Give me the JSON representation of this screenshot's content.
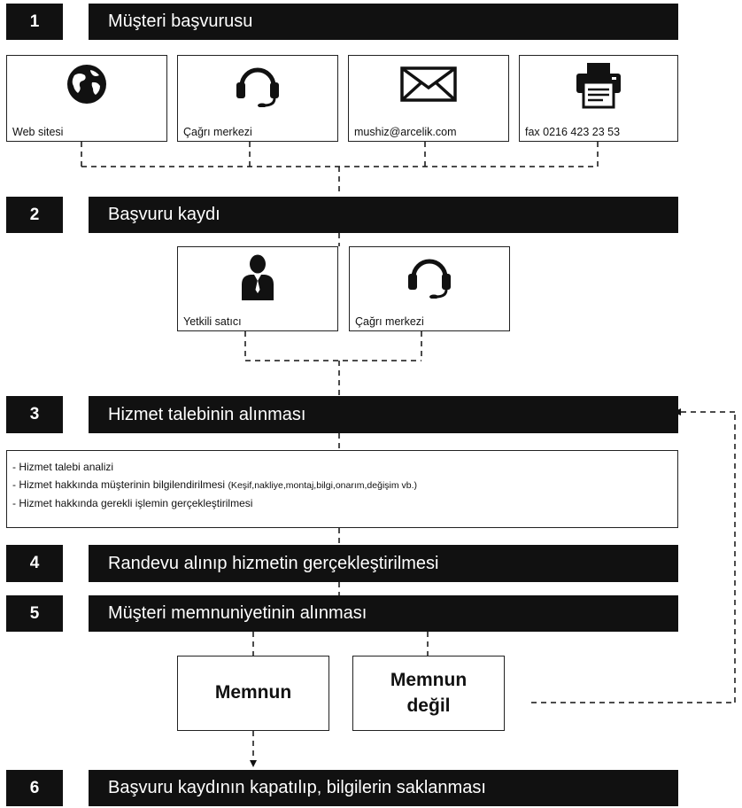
{
  "steps": [
    {
      "num": "1",
      "title": "Müşteri başvurusu"
    },
    {
      "num": "2",
      "title": "Başvuru kaydı"
    },
    {
      "num": "3",
      "title": "Hizmet talebinin alınması"
    },
    {
      "num": "4",
      "title": "Randevu alınıp hizmetin gerçekleştirilmesi"
    },
    {
      "num": "5",
      "title": "Müşteri memnuniyetinin alınması"
    },
    {
      "num": "6",
      "title": "Başvuru kaydının kapatılıp, bilgilerin saklanması"
    }
  ],
  "channels": [
    {
      "label": "Web sitesi",
      "icon": "globe-icon"
    },
    {
      "label": "Çağrı merkezi",
      "icon": "headset-icon"
    },
    {
      "label": "mushiz@arcelik.com",
      "icon": "envelope-icon"
    },
    {
      "label": "fax 0216 423 23 53",
      "icon": "fax-icon"
    }
  ],
  "registration": [
    {
      "label": "Yetkili satıcı",
      "icon": "person-icon"
    },
    {
      "label": "Çağrı merkezi",
      "icon": "headset-icon"
    }
  ],
  "service_list": {
    "item1": "- Hizmet talebi analizi",
    "item2": "- Hizmet hakkında müşterinin bilgilendirilmesi",
    "item2_note": "(Keşif,nakliye,montaj,bilgi,onarım,değişim vb.)",
    "item3": "- Hizmet hakkında gerekli işlemin gerçekleştirilmesi"
  },
  "outcomes": {
    "satisfied": "Memnun",
    "unsatisfied_line1": "Memnun",
    "unsatisfied_line2": "değil"
  }
}
